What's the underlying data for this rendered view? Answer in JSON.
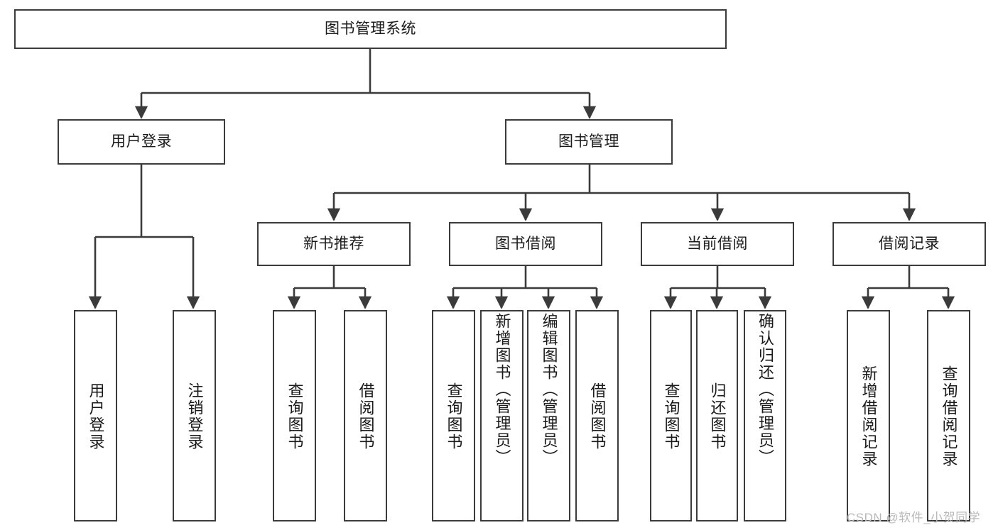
{
  "diagram": {
    "type": "tree-hierarchy-diagram",
    "title": "图书管理系统",
    "background_color": "#ffffff",
    "line_color": "#3b3b3b",
    "text_color": "#1a1a1a",
    "root": {
      "label": "图书管理系统"
    },
    "level2": [
      {
        "label": "用户登录"
      },
      {
        "label": "图书管理"
      }
    ],
    "level3": [
      {
        "label": "新书推荐"
      },
      {
        "label": "图书借阅"
      },
      {
        "label": "当前借阅"
      },
      {
        "label": "借阅记录"
      }
    ],
    "leaves": {
      "user_login": [
        {
          "label": "用户登录"
        },
        {
          "label": "注销登录"
        }
      ],
      "new_book_recommend": [
        {
          "label": "查询图书"
        },
        {
          "label": "借阅图书"
        }
      ],
      "book_borrow": [
        {
          "label": "查询图书"
        },
        {
          "label": "新增图书（管理员）"
        },
        {
          "label": "编辑图书（管理员）"
        },
        {
          "label": "借阅图书"
        }
      ],
      "current_borrow": [
        {
          "label": "查询图书"
        },
        {
          "label": "归还图书"
        },
        {
          "label": "确认归还（管理员）"
        }
      ],
      "borrow_record": [
        {
          "label": "新增借阅记录"
        },
        {
          "label": "查询借阅记录"
        }
      ]
    },
    "watermark": "CSDN @软件_小贺同学"
  }
}
